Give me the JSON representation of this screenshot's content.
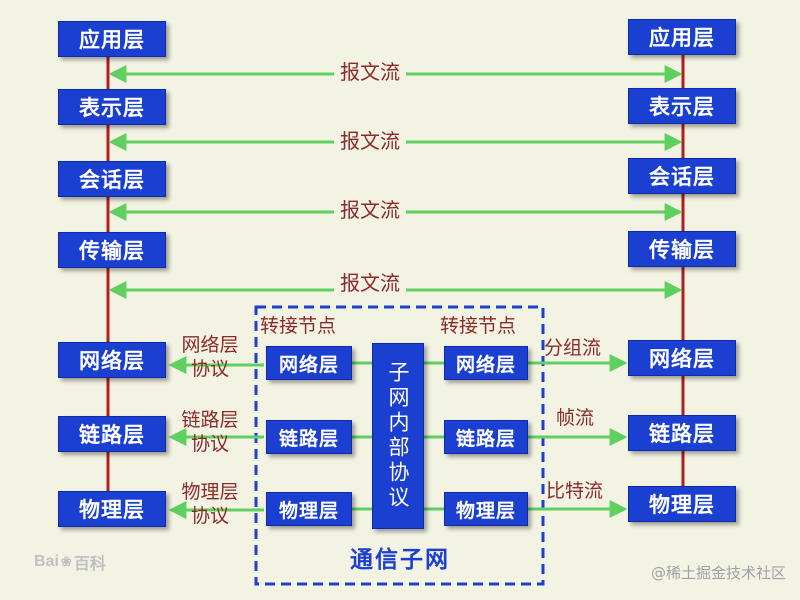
{
  "left_stack": [
    "应用层",
    "表示层",
    "会话层",
    "传输层",
    "网络层",
    "链路层",
    "物理层"
  ],
  "right_stack": [
    "应用层",
    "表示层",
    "会话层",
    "传输层",
    "网络层",
    "链路层",
    "物理层"
  ],
  "message_flows": [
    "报文流",
    "报文流",
    "报文流",
    "报文流"
  ],
  "node_labels": [
    "转接节点",
    "转接节点"
  ],
  "node_left_stack": [
    "网络层",
    "链路层",
    "物理层"
  ],
  "node_right_stack": [
    "网络层",
    "链路层",
    "物理层"
  ],
  "left_protocols": [
    {
      "line1": "网络层",
      "line2": "协议"
    },
    {
      "line1": "链路层",
      "line2": "协议"
    },
    {
      "line1": "物理层",
      "line2": "协议"
    }
  ],
  "right_flows": [
    "分组流",
    "帧流",
    "比特流"
  ],
  "subnet_protocol": "子网内部协议",
  "subnet_label": "通信子网",
  "logo_text": "Bai",
  "logo_text2": "百科",
  "watermark": "@稀土掘金技术社区",
  "colors": {
    "box": "#1b3fd0",
    "arrow": "#5fcf5f",
    "vertical_line": "#b02020",
    "label": "#8b2a2a",
    "dashed": "#1b3fd0",
    "background": "#f3f3e4"
  }
}
